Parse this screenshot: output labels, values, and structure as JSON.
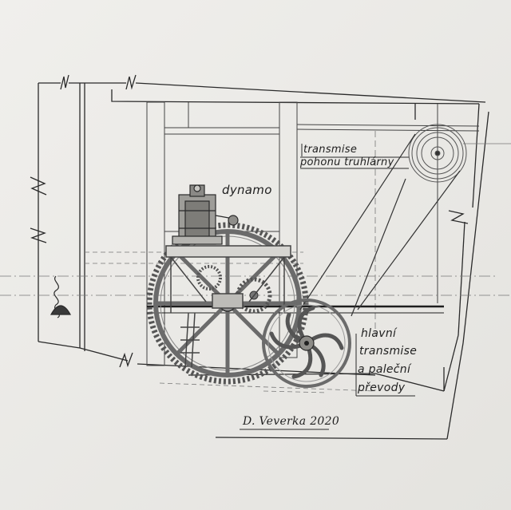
{
  "labels": {
    "dynamo": "dynamo",
    "transmise_line1": "transmise",
    "transmise_line2": "pohonu truhlárny",
    "hlavni_line1": "hlavní",
    "hlavni_line2": "transmise",
    "hlavni_line3": "a paleční",
    "hlavni_line4": "převody"
  },
  "signature": "D. Veverka 2020",
  "colors": {
    "paper": "#ecebe8",
    "ink": "#2a2a2a",
    "pencil": "#555555",
    "gear": "#6b6b6b"
  }
}
